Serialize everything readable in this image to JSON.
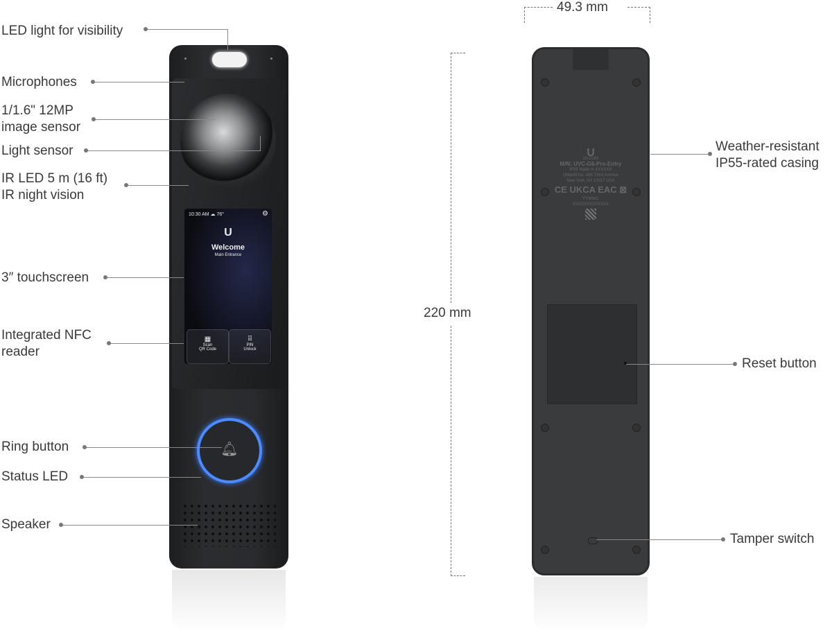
{
  "front_labels": {
    "led_light": "LED light for visibility",
    "microphones": "Microphones",
    "image_sensor": [
      "1/1.6\" 12MP",
      "image sensor"
    ],
    "light_sensor": "Light sensor",
    "ir_led": [
      "IR LED 5 m (16 ft)",
      "IR night vision"
    ],
    "touchscreen": "3″ touchscreen",
    "nfc": [
      "Integrated NFC",
      "reader"
    ],
    "ring_button": "Ring button",
    "status_led": "Status LED",
    "speaker": "Speaker"
  },
  "screen": {
    "status": "10:30 AM ☁ 76°",
    "logo": "U",
    "title": "Welcome",
    "subtitle": "Main Entrance",
    "buttons": [
      [
        "Scan",
        "QR Code"
      ],
      [
        "PIN",
        "Unlock"
      ]
    ]
  },
  "back_labels": {
    "casing": [
      "Weather-resistant",
      "IP55-rated casing"
    ],
    "reset": "Reset button",
    "tamper": "Tamper switch"
  },
  "dimensions": {
    "width": "49.3 mm",
    "height": "220 mm"
  },
  "back_tag": {
    "logo": "U",
    "brand": "UI.COM",
    "model": "M/N: UVC-G6-Pro-Entry",
    "line1": "IP55    Made in XXXXXX",
    "line2": "Ubiquiti Inc. 685 Third Avenue",
    "line3": "New York, NY 10017 USA",
    "marks": "CE UKCA EAC ⊠",
    "date": "YYWWC",
    "serial": "XXXXXXXXXXXXX"
  },
  "colors": {
    "ring_led": "#4a8cff",
    "device": "#2a2b2e"
  }
}
